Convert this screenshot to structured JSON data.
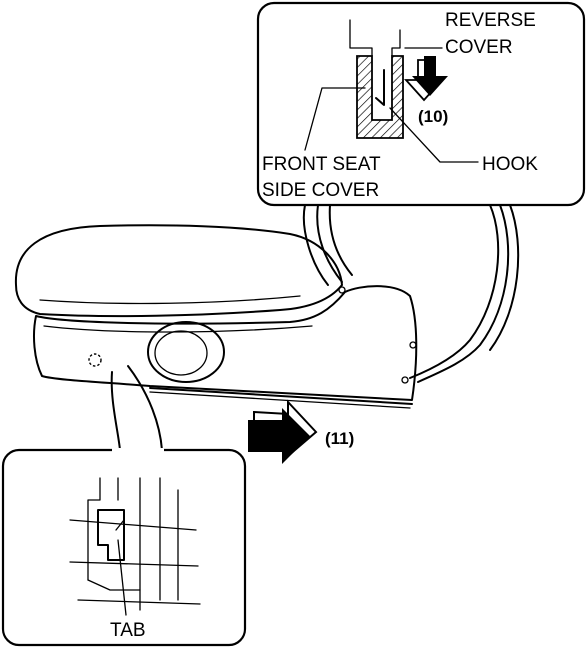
{
  "labels": {
    "reverse_cover_line1": "REVERSE",
    "reverse_cover_line2": "COVER",
    "front_seat_line1": "FRONT SEAT",
    "front_seat_line2": "SIDE COVER",
    "hook": "HOOK",
    "tab": "TAB"
  },
  "steps": {
    "step_10": "(10)",
    "step_11": "(11)"
  },
  "icons": {
    "step_10_arrow": "arrow-down-icon",
    "step_11_arrow": "arrow-right-icon"
  }
}
